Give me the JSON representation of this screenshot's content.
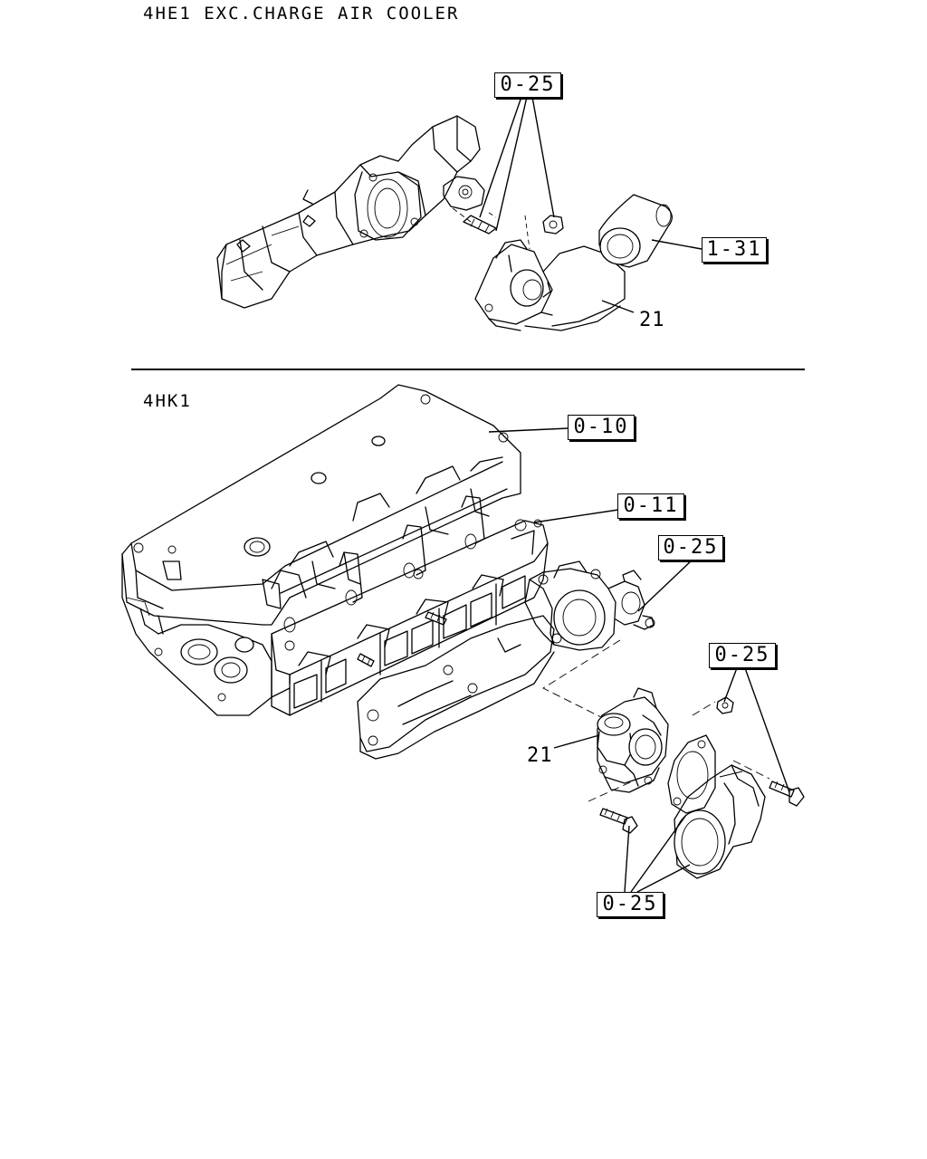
{
  "sections": [
    {
      "title": "4HE1 EXC.CHARGE AIR COOLER"
    },
    {
      "title": "4HK1"
    }
  ],
  "callouts": {
    "top_025": "0-25",
    "top_131": "1-31",
    "top_21": "21",
    "mid_010": "0-10",
    "mid_011": "0-11",
    "mid_025a": "0-25",
    "mid_025b": "0-25",
    "mid_21": "21",
    "mid_025c": "0-25"
  }
}
